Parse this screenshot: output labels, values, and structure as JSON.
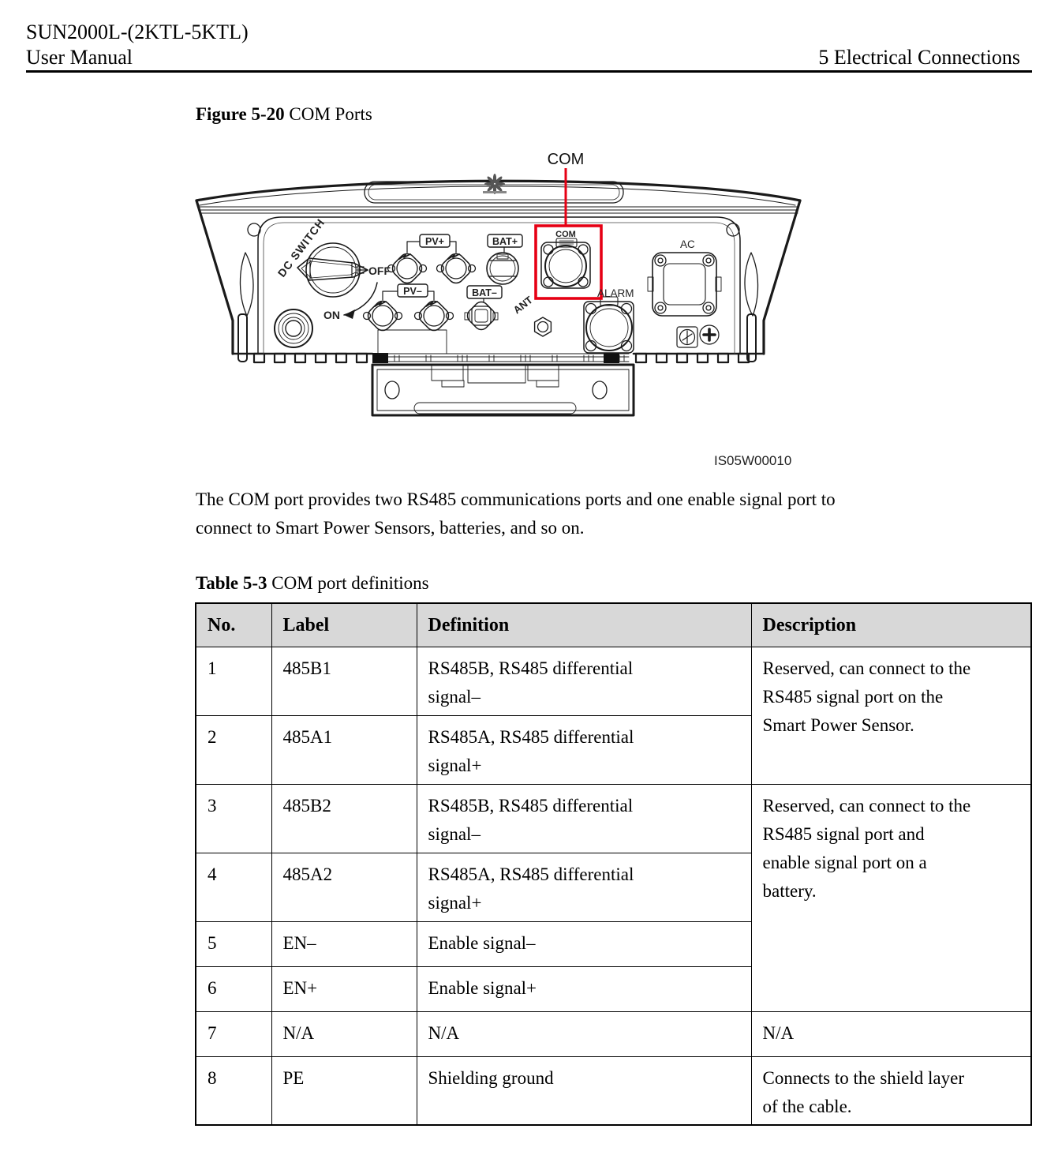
{
  "page": {
    "header": {
      "product": "SUN2000L-(2KTL-5KTL)",
      "doc_type": "User Manual",
      "chapter": "5 Electrical Connections"
    },
    "figure": {
      "caption_label": "Figure 5-20",
      "caption_title": "COM Ports",
      "callout": "COM",
      "code": "IS05W00010",
      "labels": {
        "dc_switch": "DC SWITCH",
        "off": "OFF",
        "on": "ON",
        "pv_plus": "PV+",
        "pv_minus": "PV–",
        "bat_plus": "BAT+",
        "bat_minus": "BAT–",
        "com_port": "COM",
        "ant": "ANT",
        "alarm": "ALARM",
        "ac": "AC"
      }
    },
    "paragraph": "The COM port provides two RS485 communications ports and one enable signal port to\nconnect to Smart Power Sensors, batteries, and so on.",
    "table": {
      "caption_label": "Table 5-3",
      "caption_title": "COM port definitions",
      "headers": [
        "No.",
        "Label",
        "Definition",
        "Description"
      ],
      "rows": [
        {
          "no": "1",
          "label": "485B1",
          "definition": "RS485B, RS485 differential\nsignal–",
          "description": "Reserved, can connect to the\nRS485 signal port on the\nSmart Power Sensor."
        },
        {
          "no": "2",
          "label": "485A1",
          "definition": "RS485A, RS485 differential\nsignal+"
        },
        {
          "no": "3",
          "label": "485B2",
          "definition": "RS485B, RS485 differential\nsignal–",
          "description": "Reserved, can connect to the\nRS485 signal port and\nenable signal port on a\nbattery."
        },
        {
          "no": "4",
          "label": "485A2",
          "definition": "RS485A, RS485 differential\nsignal+"
        },
        {
          "no": "5",
          "label": "EN–",
          "definition": "Enable signal–"
        },
        {
          "no": "6",
          "label": "EN+",
          "definition": "Enable signal+"
        },
        {
          "no": "7",
          "label": "N/A",
          "definition": "N/A",
          "description": "N/A"
        },
        {
          "no": "8",
          "label": "PE",
          "definition": "Shielding ground",
          "description": "Connects to the shield layer\nof the cable."
        }
      ]
    }
  },
  "colors": {
    "accent_red": "#E60014",
    "table_header_bg": "#D8D8D8",
    "line_ink": "#1A1A1A"
  }
}
